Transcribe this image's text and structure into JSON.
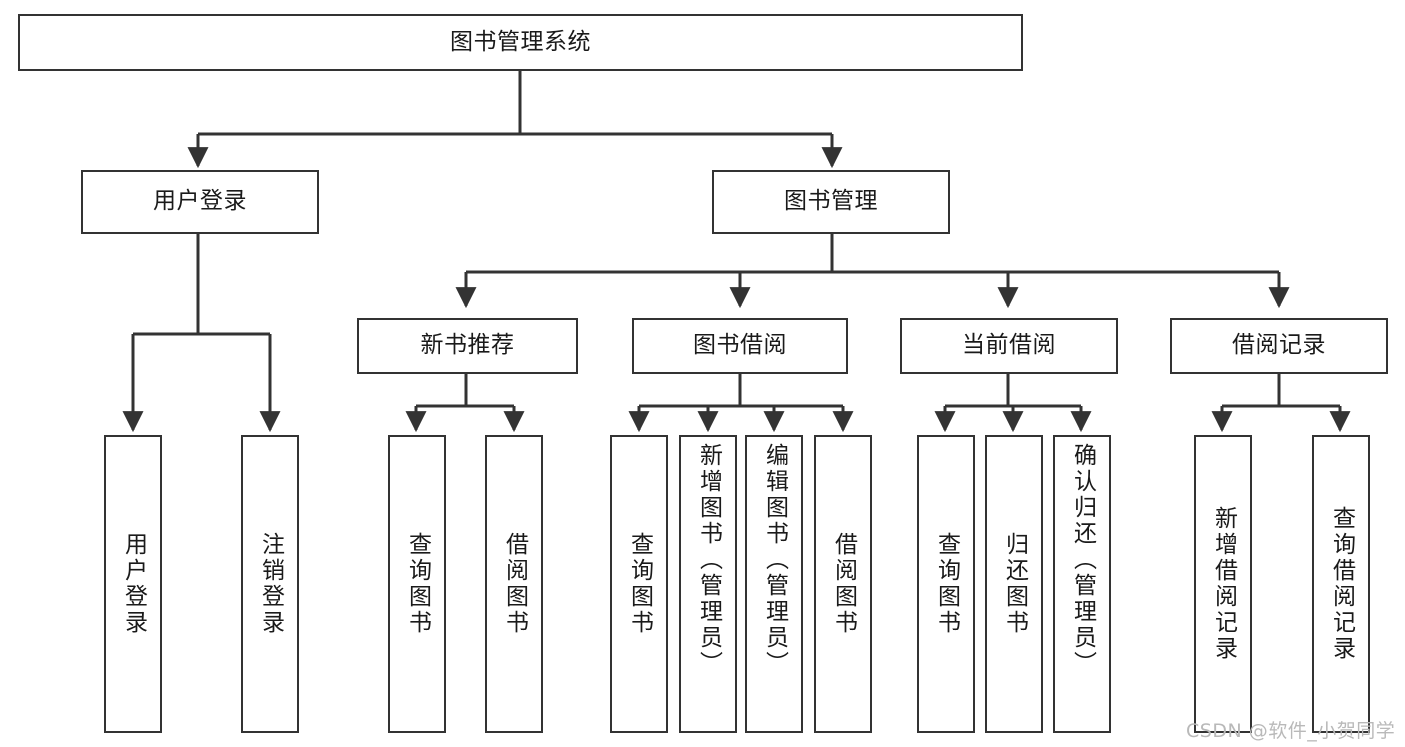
{
  "diagram": {
    "type": "hierarchy-tree",
    "title": "图书管理系统",
    "root": {
      "id": "root",
      "label": "图书管理系统"
    },
    "level2": [
      {
        "id": "user-login",
        "label": "用户登录"
      },
      {
        "id": "book-manage",
        "label": "图书管理"
      }
    ],
    "level3": [
      {
        "id": "new-book-recommend",
        "label": "新书推荐",
        "parent": "book-manage"
      },
      {
        "id": "book-borrow",
        "label": "图书借阅",
        "parent": "book-manage"
      },
      {
        "id": "current-borrow",
        "label": "当前借阅",
        "parent": "book-manage"
      },
      {
        "id": "borrow-record",
        "label": "借阅记录",
        "parent": "book-manage"
      }
    ],
    "leaves": [
      {
        "id": "leaf-user-login",
        "label": "用户登录",
        "parent": "user-login"
      },
      {
        "id": "leaf-logout-login",
        "label": "注销登录",
        "parent": "user-login"
      },
      {
        "id": "leaf-query-book-1",
        "label": "查询图书",
        "parent": "new-book-recommend"
      },
      {
        "id": "leaf-borrow-book-1",
        "label": "借阅图书",
        "parent": "new-book-recommend"
      },
      {
        "id": "leaf-query-book-2",
        "label": "查询图书",
        "parent": "book-borrow"
      },
      {
        "id": "leaf-add-book",
        "label": "新增图书（管理员）",
        "parent": "book-borrow"
      },
      {
        "id": "leaf-edit-book",
        "label": "编辑图书（管理员）",
        "parent": "book-borrow"
      },
      {
        "id": "leaf-borrow-book-2",
        "label": "借阅图书",
        "parent": "book-borrow"
      },
      {
        "id": "leaf-query-book-3",
        "label": "查询图书",
        "parent": "current-borrow"
      },
      {
        "id": "leaf-return-book",
        "label": "归还图书",
        "parent": "current-borrow"
      },
      {
        "id": "leaf-confirm-return",
        "label": "确认归还（管理员）",
        "parent": "current-borrow"
      },
      {
        "id": "leaf-add-borrow-record",
        "label": "新增借阅记录",
        "parent": "borrow-record"
      },
      {
        "id": "leaf-query-borrow-record",
        "label": "查询借阅记录",
        "parent": "borrow-record"
      }
    ],
    "watermark": "CSDN @软件_小贺同学",
    "colors": {
      "stroke": "#333333",
      "text": "#1a1a1a",
      "background": "#ffffff",
      "watermark": "#b9b9b9"
    }
  }
}
